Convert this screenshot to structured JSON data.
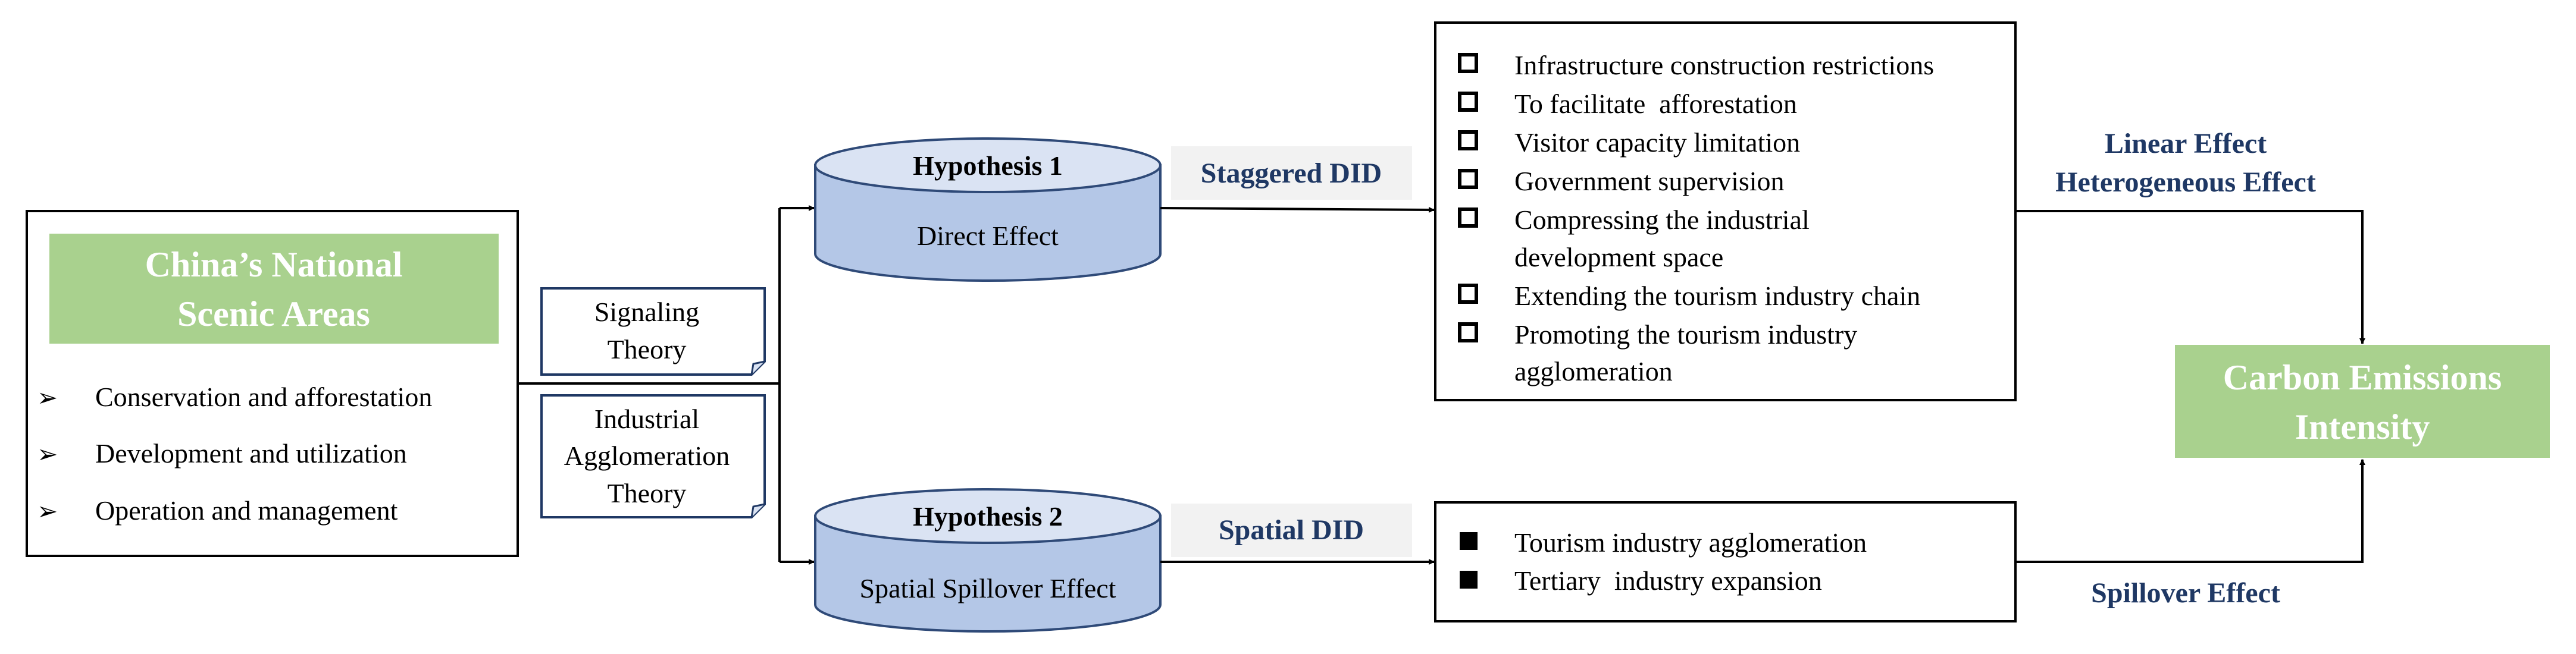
{
  "left_box": {
    "title_line1": "China’s National",
    "title_line2": "Scenic Areas",
    "items": [
      "Conservation and afforestation",
      "Development and utilization",
      "Operation and management"
    ]
  },
  "theories": [
    {
      "lines": [
        "Signaling",
        "Theory"
      ]
    },
    {
      "lines": [
        "Industrial",
        "Agglomeration",
        "Theory"
      ]
    }
  ],
  "hypotheses": [
    {
      "title": "Hypothesis 1",
      "subtitle": "Direct Effect"
    },
    {
      "title": "Hypothesis 2",
      "subtitle": "Spatial Spillover Effect"
    }
  ],
  "methods": {
    "staggered": "Staggered DID",
    "spatial": "Spatial DID"
  },
  "mechanisms_top": [
    {
      "lines": [
        "Infrastructure construction restrictions"
      ]
    },
    {
      "lines": [
        "To facilitate  afforestation"
      ]
    },
    {
      "lines": [
        "Visitor capacity limitation"
      ]
    },
    {
      "lines": [
        "Government supervision"
      ]
    },
    {
      "lines": [
        "Compressing the industrial",
        "development space"
      ]
    },
    {
      "lines": [
        "Extending the tourism industry chain"
      ]
    },
    {
      "lines": [
        "Promoting the tourism industry",
        "agglomeration"
      ]
    }
  ],
  "mechanisms_bottom": [
    "Tourism industry agglomeration",
    "Tertiary  industry expansion"
  ],
  "effects": {
    "linear": "Linear Effect",
    "heterogeneous": "Heterogeneous Effect",
    "spillover": "Spillover Effect"
  },
  "outcome": {
    "line1": "Carbon Emissions",
    "line2": "Intensity"
  },
  "colors": {
    "green": "#a9d18e",
    "cylinder_fill": "#b4c7e7",
    "cylinder_top": "#dae3f3",
    "cylinder_stroke": "#2f4a78",
    "method_bg": "#f2f2f2",
    "navy_text": "#1f3864",
    "line": "#000000"
  }
}
